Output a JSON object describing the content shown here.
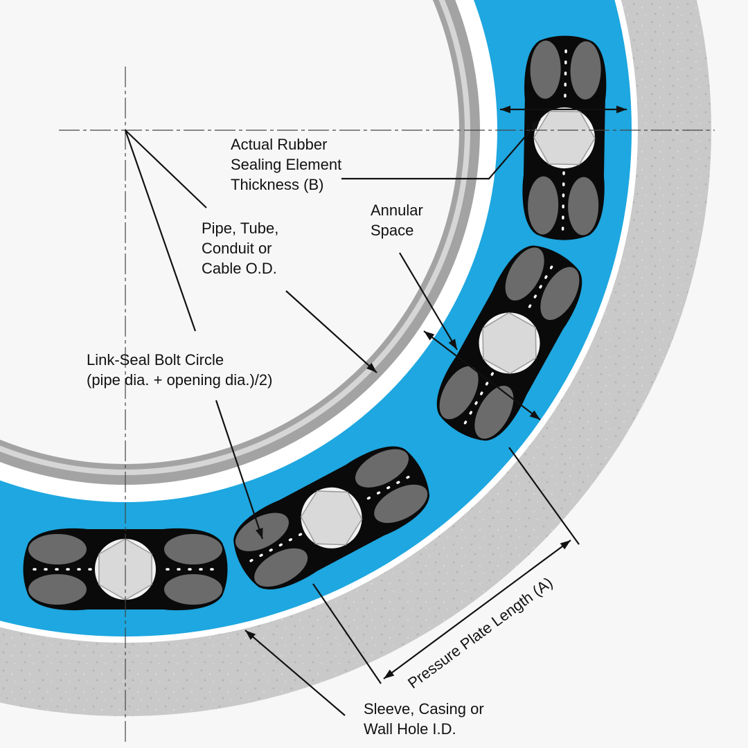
{
  "labels": {
    "rubber_thickness": [
      "Actual Rubber",
      "Sealing Element",
      "Thickness (B)"
    ],
    "annular_space": [
      "Annular",
      "Space"
    ],
    "pipe_od": [
      "Pipe, Tube,",
      "Conduit or",
      "Cable O.D."
    ],
    "bolt_circle": [
      "Link-Seal Bolt Circle",
      "(pipe dia. + opening dia.)/2)"
    ],
    "pressure_plate": "Pressure Plate Length (A)",
    "sleeve_id": [
      "Sleeve, Casing or",
      "Wall Hole I.D."
    ]
  },
  "colors": {
    "background": "#f7f7f7",
    "sleeve_concrete": "#c9c9c9",
    "sleeve_texture": "#b5b5b5",
    "white_gap": "#ffffff",
    "seal_blue": "#1ea7e0",
    "link_black": "#0a0a0a",
    "pad_gray": "#6b6b6b",
    "bolt_white": "#f2f2f2",
    "bolt_hex": "#d9d9d9",
    "pipe_gray": "#a3a3a3",
    "pipe_light": "#d6d6d6",
    "line": "#111111"
  },
  "icons": [
    "hex-bolt-icon",
    "link-segment-icon"
  ]
}
